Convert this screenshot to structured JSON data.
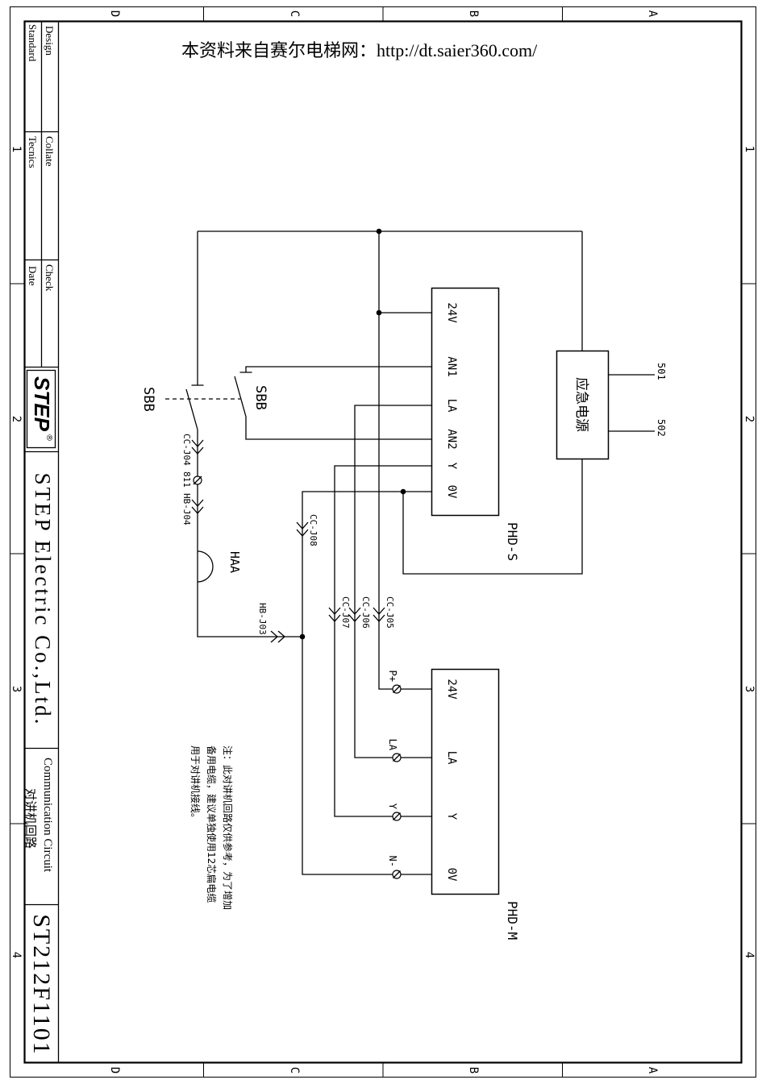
{
  "watermark": "本资料来自赛尔电梯网：http://dt.saier360.com/",
  "zones": {
    "cols": [
      "D",
      "C",
      "B",
      "A"
    ],
    "rows": [
      "1",
      "2",
      "3",
      "4"
    ]
  },
  "title_block": {
    "design": "Design",
    "standard": "Standard",
    "collate": "Collate",
    "tecnics": "Tecnics",
    "check": "Check",
    "date": "Date",
    "logo": "STEP",
    "logo_reg": "®",
    "company": "STEP Electric Co.,Ltd.",
    "title_en": "Communication Circuit",
    "title_cn": "对讲机回路",
    "drawing_no": "ST212F1101"
  },
  "schematic": {
    "sbb_left": "SBB",
    "sbb_right": "SBB",
    "buzzer": "HAA",
    "wire_number": "811",
    "connectors": {
      "cc_j04": "CC-J04",
      "hb_j04": "HB-J04",
      "hb_j03": "HB-J03",
      "cc_j08": "CC-J08",
      "cc_j07": "CC-J07",
      "cc_j06": "CC-J06",
      "cc_j05": "CC-J05"
    },
    "phd_s": {
      "name": "PHD-S",
      "pins": [
        "24V",
        "AN1",
        "LA",
        "AN2",
        "Y",
        "0V"
      ]
    },
    "phd_m": {
      "name": "PHD-M",
      "pins": [
        "24V",
        "LA",
        "Y",
        "0V"
      ],
      "terminals": [
        "P+",
        "LA",
        "Y",
        "N-"
      ]
    },
    "power": {
      "name": "应急电源",
      "wires": [
        "501",
        "502"
      ]
    },
    "note": [
      "注：此对讲机回路仅供参考，为了增加",
      "备用电缆，建议单独使用12芯扁电缆",
      "用于对讲机接线。"
    ]
  }
}
